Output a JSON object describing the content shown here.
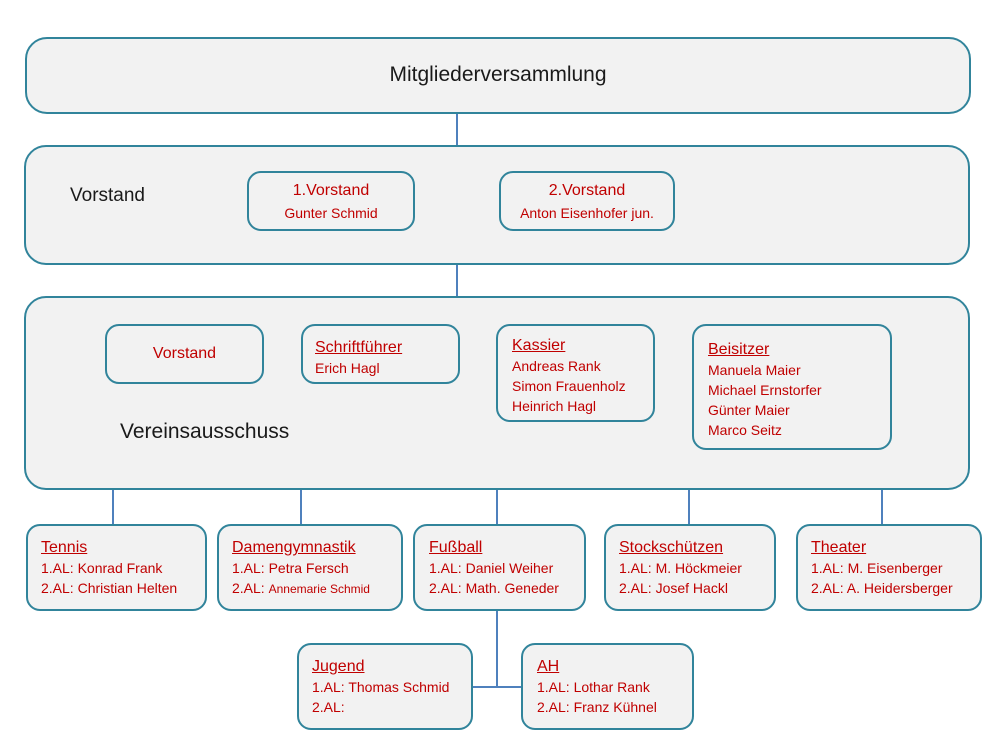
{
  "assembly": {
    "label": "Mitgliederversammlung"
  },
  "board": {
    "label": "Vorstand",
    "first": {
      "title": "1.Vorstand",
      "name": "Gunter Schmid"
    },
    "second": {
      "title": "2.Vorstand",
      "name": "Anton Eisenhofer jun."
    }
  },
  "committee": {
    "label": "Vereinsausschuss",
    "vorstand": {
      "title": "Vorstand"
    },
    "secretary": {
      "title": "Schriftführer",
      "members": [
        "Erich Hagl"
      ]
    },
    "treasurer": {
      "title": "Kassier",
      "members": [
        "Andreas Rank",
        "Simon Frauenholz",
        "Heinrich Hagl"
      ]
    },
    "assessors": {
      "title": "Beisitzer",
      "members": [
        "Manuela Maier",
        "Michael Ernstorfer",
        "Günter Maier",
        "Marco Seitz"
      ]
    }
  },
  "departments": [
    {
      "title": "Tennis",
      "al1": "1.AL: Konrad Frank",
      "al2": "2.AL: Christian Helten"
    },
    {
      "title": "Damengymnastik",
      "al1": "1.AL: Petra Fersch",
      "al2_prefix": "2.AL: ",
      "al2_name": "Annemarie Schmid"
    },
    {
      "title": "Fußball",
      "al1": "1.AL: Daniel Weiher",
      "al2": "2.AL: Math. Geneder"
    },
    {
      "title": "Stockschützen",
      "al1": "1.AL: M. Höckmeier",
      "al2": "2.AL: Josef Hackl"
    },
    {
      "title": "Theater",
      "al1": "1.AL: M. Eisenberger",
      "al2": "2.AL: A. Heidersberger"
    }
  ],
  "subdepartments": [
    {
      "title": "Jugend",
      "al1": "1.AL: Thomas Schmid",
      "al2": "2.AL:"
    },
    {
      "title": "AH",
      "al1": "1.AL: Lothar Rank",
      "al2": "2.AL: Franz Kühnel"
    }
  ],
  "colors": {
    "border": "#31849b",
    "connector": "#4f81bd",
    "accent_text": "#c00000",
    "box_fill": "#f2f2f2"
  }
}
